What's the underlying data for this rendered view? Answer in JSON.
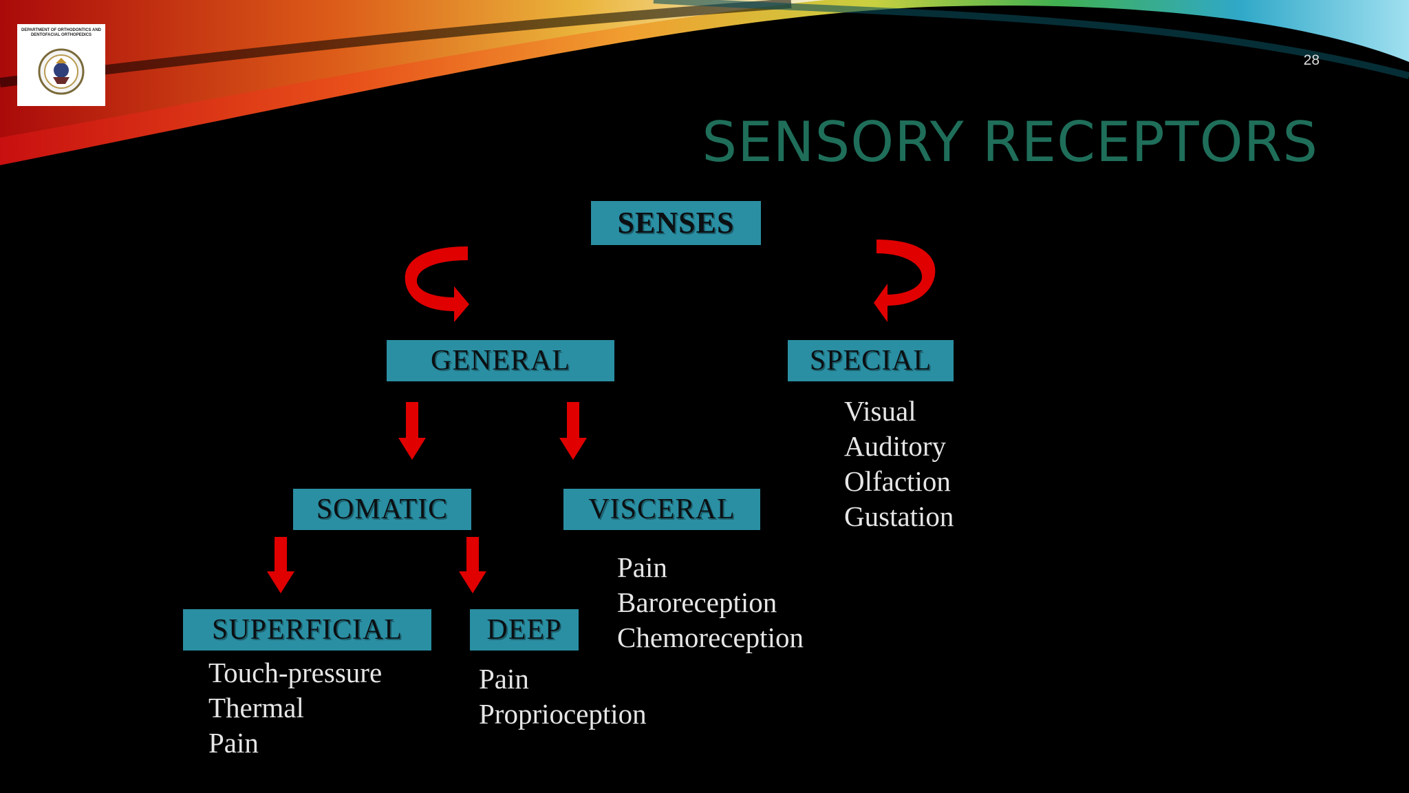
{
  "logo": {
    "department_text": "DEPARTMENT OF ORTHODONTICS AND DENTOFACIAL ORTHOPEDICS",
    "emblem_icon": "seal-emblem-icon"
  },
  "slide_number": "28",
  "title": "SENSORY RECEPTORS",
  "colors": {
    "title": "#1f6e5a",
    "box": "#2a8fa3",
    "arrow": "#e00000",
    "background": "#000000"
  },
  "diagram": {
    "senses": "SENSES",
    "general": "GENERAL",
    "special": "SPECIAL",
    "somatic": "SOMATIC",
    "visceral": "VISCERAL",
    "superficial": "SUPERFICIAL",
    "deep": "DEEP",
    "special_items": [
      "Visual",
      "Auditory",
      "Olfaction",
      "Gustation"
    ],
    "visceral_items": [
      "Pain",
      "Baroreception",
      "Chemoreception"
    ],
    "superficial_items": [
      "Touch-pressure",
      "Thermal",
      "Pain"
    ],
    "deep_items": [
      "Pain",
      "Proprioception"
    ]
  }
}
